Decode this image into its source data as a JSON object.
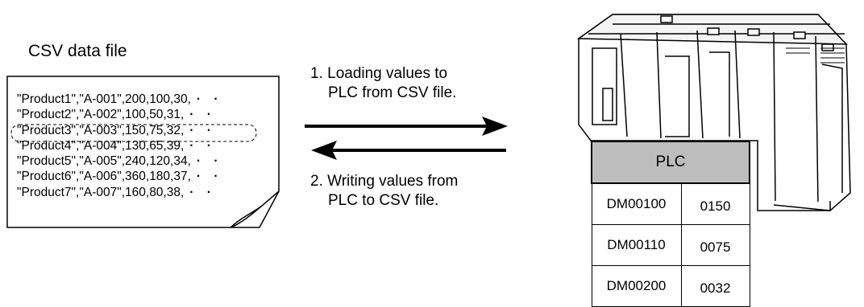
{
  "file": {
    "title": "CSV data file",
    "lines": [
      "\"Product1\",\"A-001\",200,100,30,",
      "\"Product2\",\"A-002\",100,50,31,",
      "\"Product3\",\"A-003\",150,75,32,",
      "\"Product4\",\"A-004\",130,65,39,",
      "\"Product5\",\"A-005\",240,120,34,",
      "\"Product6\",\"A-006\",360,180,37,",
      "\"Product7\",\"A-007\",160,80,38,"
    ],
    "continuation": "· ·"
  },
  "arrows": {
    "load": {
      "line1": "1. Loading values to",
      "line2": "PLC from CSV file."
    },
    "write": {
      "line1": "2. Writing values from",
      "line2": "PLC to CSV file."
    }
  },
  "plc": {
    "header": "PLC",
    "rows": [
      {
        "address": "DM00100",
        "value": "0150"
      },
      {
        "address": "DM00110",
        "value": "0075"
      },
      {
        "address": "DM00200",
        "value": "0032"
      }
    ]
  }
}
